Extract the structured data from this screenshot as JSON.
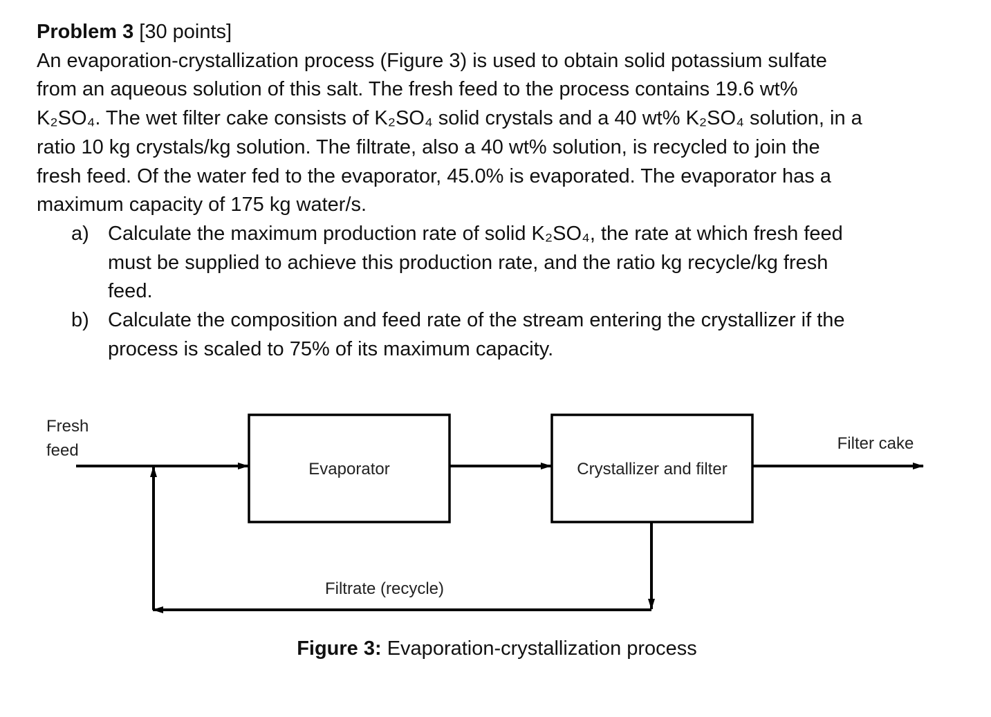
{
  "problem": {
    "title_bold": "Problem 3",
    "title_points": " [30 points]",
    "lines": [
      "An evaporation-crystallization process (Figure 3) is used to obtain solid potassium sulfate",
      "from an aqueous solution of this salt. The fresh feed to the process contains 19.6 wt%",
      "K₂SO₄. The wet filter cake consists of K₂SO₄ solid crystals and a 40 wt% K₂SO₄ solution, in a",
      "ratio 10 kg crystals/kg solution. The filtrate, also a 40 wt% solution, is recycled to join the",
      "fresh feed. Of the water fed to the evaporator, 45.0% is evaporated. The evaporator has a",
      "maximum capacity of 175 kg water/s."
    ],
    "parts": [
      {
        "marker": "a)",
        "lines": [
          "Calculate the maximum production rate of solid K₂SO₄, the rate at which fresh feed",
          "must be supplied to achieve this production rate, and the ratio kg recycle/kg fresh",
          "feed."
        ]
      },
      {
        "marker": "b)",
        "lines": [
          "Calculate the composition and feed rate of the stream entering the crystallizer if the",
          "process is scaled to 75% of its maximum capacity."
        ]
      }
    ]
  },
  "diagram": {
    "fresh_feed_line1": "Fresh",
    "fresh_feed_line2": "feed",
    "evaporator_label": "Evaporator",
    "crystallizer_label": "Crystallizer and filter",
    "filter_cake_label": "Filter cake",
    "recycle_label": "Filtrate (recycle)",
    "line_color": "#000000"
  },
  "figure": {
    "caption_bold": "Figure 3:",
    "caption_text": " Evaporation-crystallization process"
  }
}
